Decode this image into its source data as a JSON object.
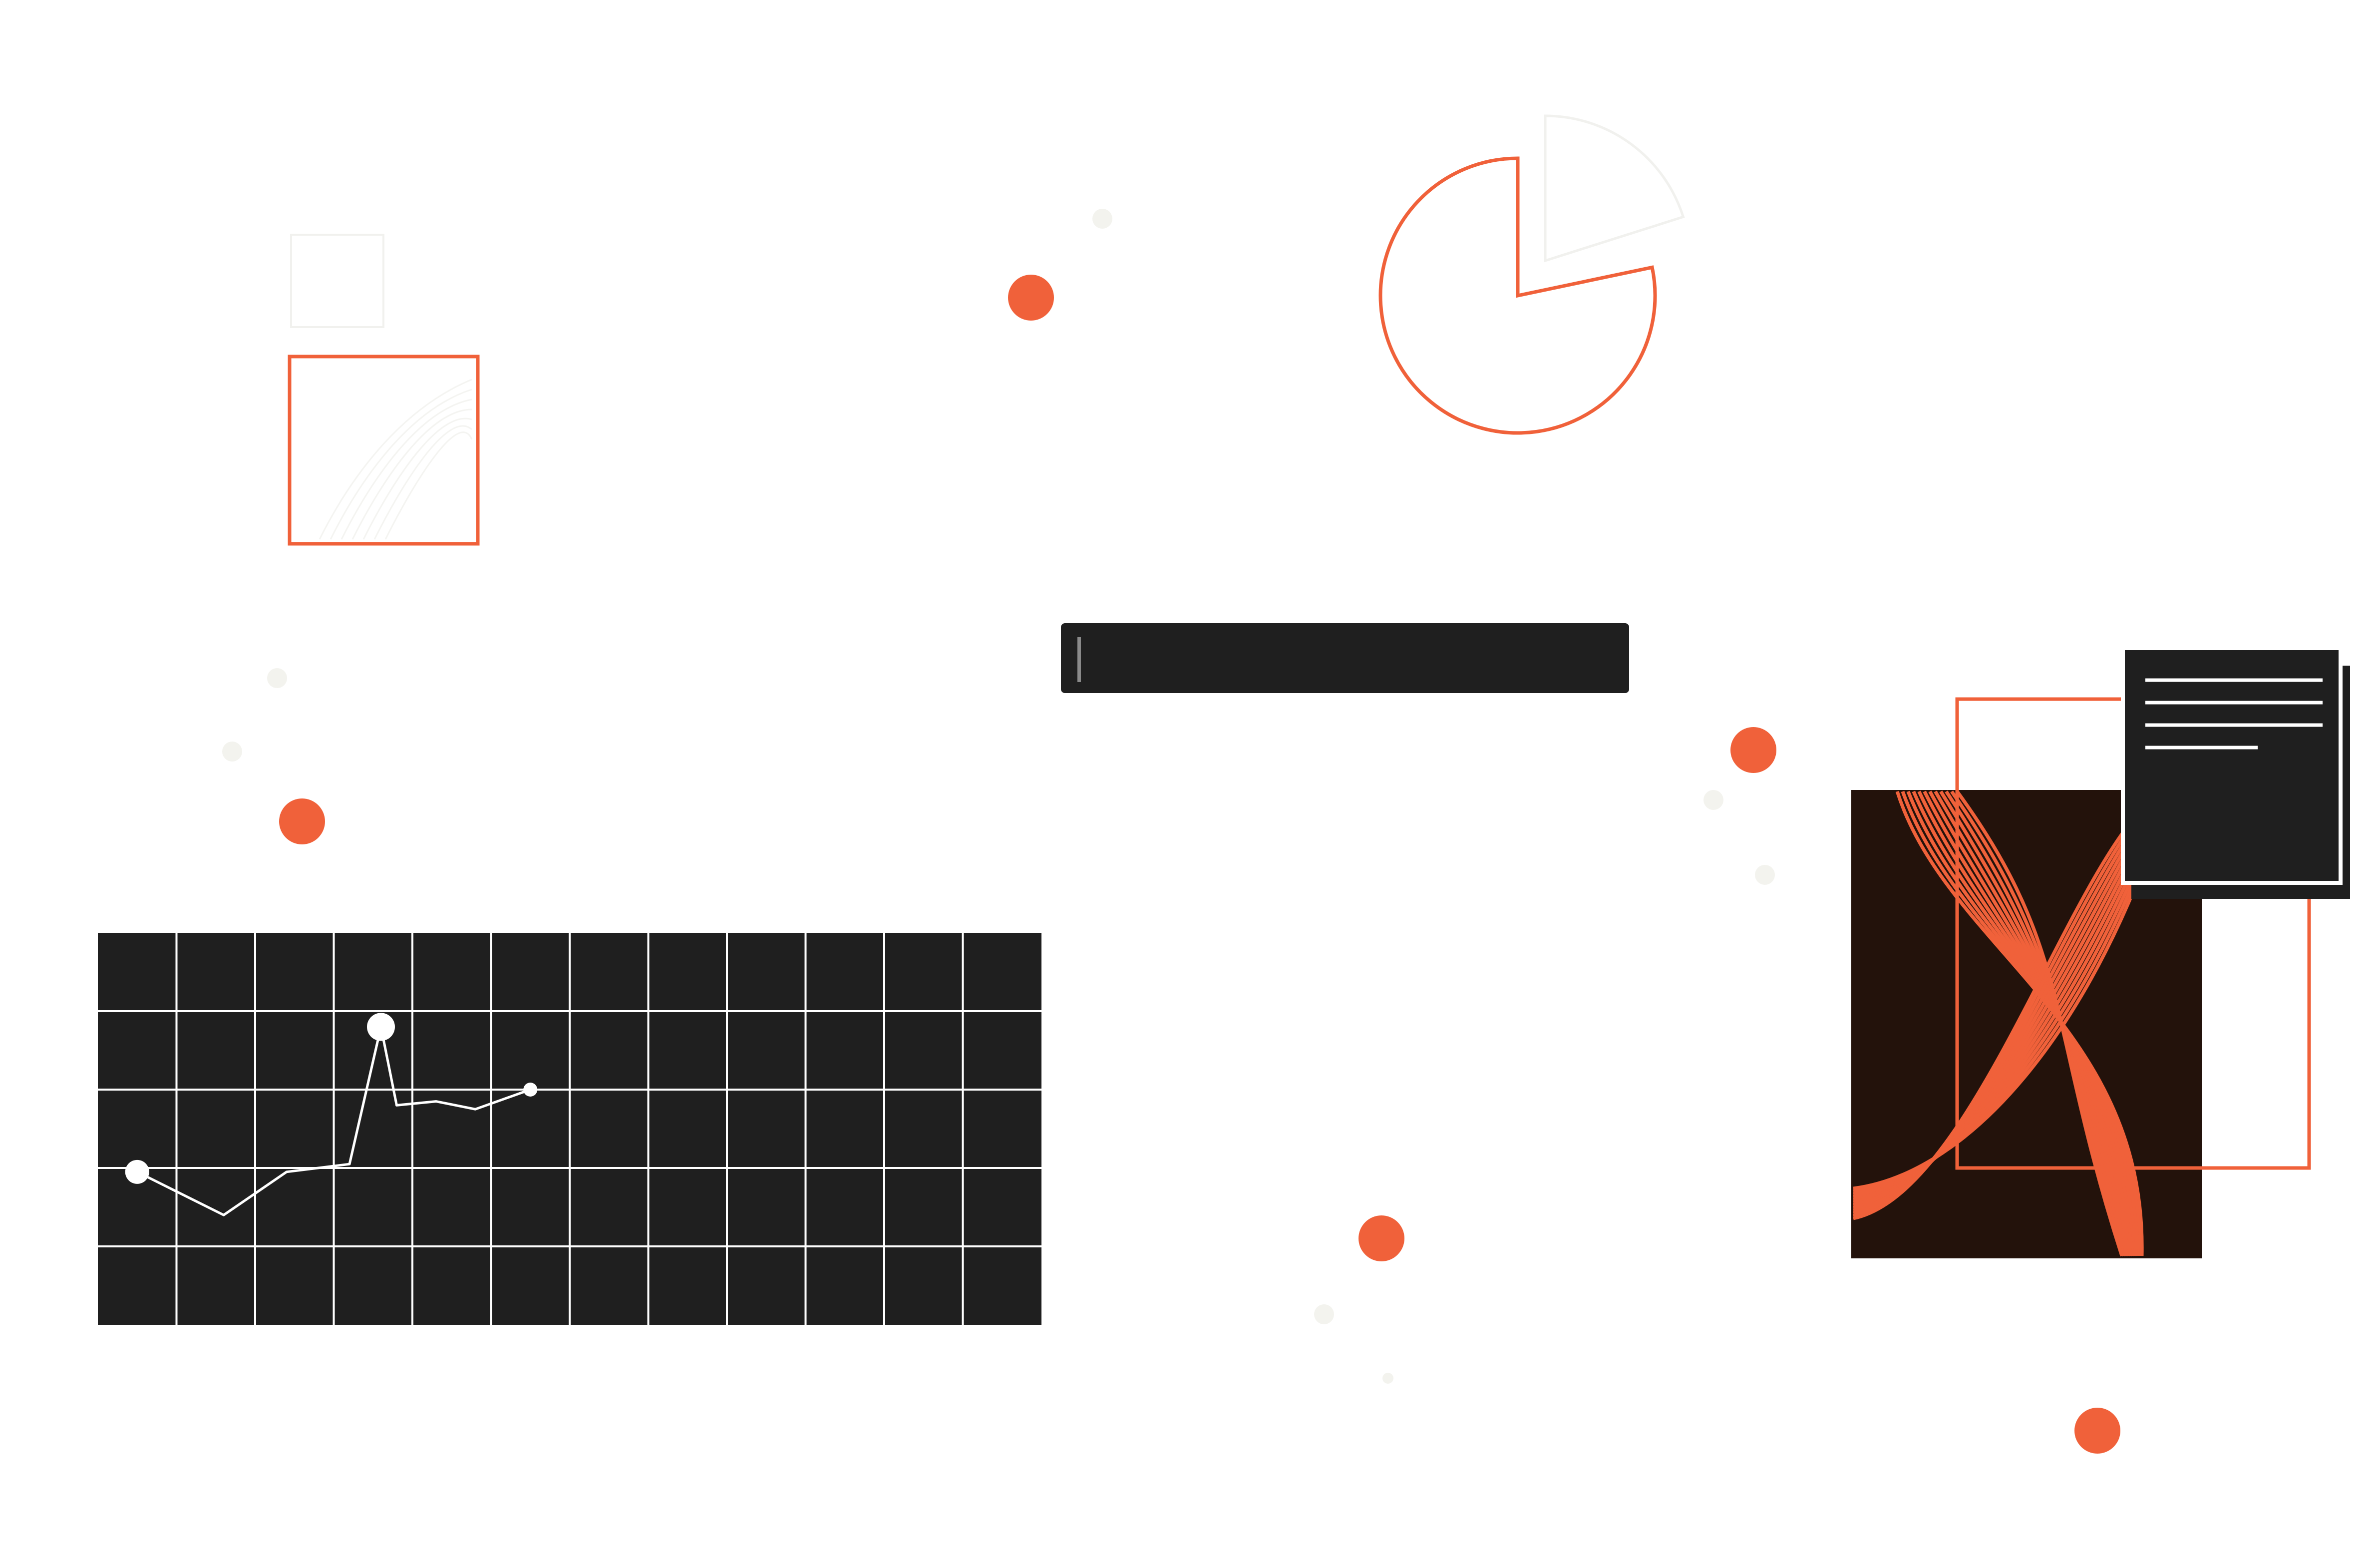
{
  "colors": {
    "background": "#ffffff",
    "accent": "#f0613a",
    "dark": "#1f1f1f",
    "dark_brown": "#23120b",
    "wave": "#efefeb",
    "faint": "#f3f3ee",
    "white": "#ffffff"
  },
  "search_bar": {
    "value": "",
    "placeholder": ""
  },
  "grid_chart": {
    "columns": 12,
    "rows": 5,
    "series": [
      {
        "x": 0.5,
        "y": 3.05
      },
      {
        "x": 1.6,
        "y": 3.6
      },
      {
        "x": 2.4,
        "y": 3.05
      },
      {
        "x": 3.2,
        "y": 2.95
      },
      {
        "x": 3.6,
        "y": 1.2
      },
      {
        "x": 3.8,
        "y": 2.2
      },
      {
        "x": 4.3,
        "y": 2.15
      },
      {
        "x": 4.8,
        "y": 2.25
      },
      {
        "x": 5.5,
        "y": 2.0
      }
    ],
    "highlighted_points": [
      0,
      4,
      8
    ]
  },
  "pie": {
    "missing_slice_fraction": 0.14
  },
  "document_icon": {
    "line_count": 4
  },
  "icons": [
    "pie-chart-icon",
    "document-icon",
    "grid-chart-icon",
    "search-bar-icon"
  ]
}
